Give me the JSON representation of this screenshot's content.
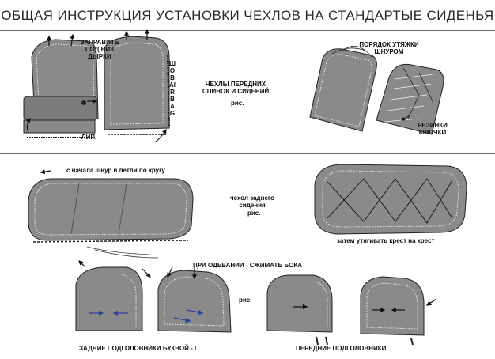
{
  "page": {
    "title": "ОБЩАЯ ИНСТРУКЦИЯ УСТАНОВКИ ЧЕХЛОВ НА СТАНДАРТЫЕ СИДЕНЬЯ"
  },
  "section1": {
    "tuck_label_1": "ЗАПРАВИТЬ",
    "tuck_label_2": "ПОД НИЗ",
    "tuck_label_3": "ДЫРКИ",
    "airbag_seam": "ШОВ AIRBAG",
    "velcro": "ЛИП.",
    "caption_1": "ЧЕХЛЫ ПЕРЕДНИХ",
    "caption_2": "СПИНОК И СИДЕНИЙ",
    "fig": "рис.",
    "lacing_order_1": "ПОРЯДОК УТЯЖКИ",
    "lacing_order_2": "ШНУРОМ",
    "hooks_1": "РЕЗИНКИ",
    "hooks_2": "КРЮЧКИ"
  },
  "section2": {
    "loop_note": "с начала шнур в петли по кругу",
    "caption_1": "чехол заднего",
    "caption_2": "сидения",
    "fig": "рис.",
    "cross_note": "затем утягивать крест на крест"
  },
  "section3": {
    "squeeze_note": "ПРИ ОДЕВАНИИ - СЖИМАТЬ БОКА",
    "fig": "рис.",
    "rear_caption": "ЗАДНИЕ ПОДГОЛОВНИКИ БУКВОЙ - Г.",
    "front_caption": "ПЕРЕДНИЕ ПОДГОЛОВНИКИ"
  },
  "colors": {
    "fabric": "#8a8a8a",
    "seam": "#dcdcdc",
    "arrow_blue": "#3040a0"
  }
}
